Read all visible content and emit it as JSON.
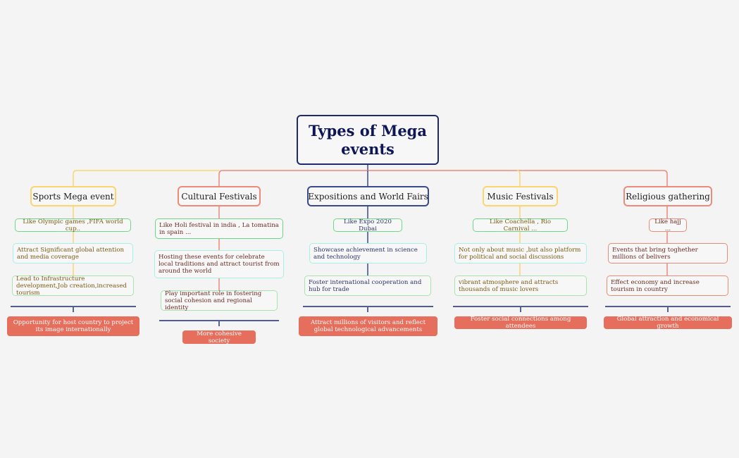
{
  "colors": {
    "background": "#f4f4f4",
    "root_border": "#1d2a6b",
    "yellow": "#fdd56f",
    "salmon": "#ee8a78",
    "navy": "#3a4a8f",
    "green": "#6ed886",
    "cyan": "#a7f0e4",
    "light_green": "#a9e3ae",
    "summary_fill": "#e66e5c"
  },
  "root": {
    "title": "Types of Mega events"
  },
  "branches": [
    {
      "label": "Sports Mega event",
      "items": [
        "Like Olympic games ,FIFA world cup..",
        "Attract Significant global attention and media coverage",
        "Lead to Infrastructure development,Job creation,increased tourism"
      ],
      "summary": "Opportunity for host country to project its image internationally"
    },
    {
      "label": "Cultural Festivals",
      "items": [
        "Like Holi festival in india , La tomatina in spain ...",
        "Hosting these events for celebrate local traditions and attract tourist from around the world",
        "Play important role in fostering social cohesion and regional identity"
      ],
      "summary": "More cohesive society"
    },
    {
      "label": "Expositions and World Fairs",
      "items": [
        "Like Expo 2020 Dubai",
        "Showcase achievement in science and technology",
        "Foster international cooperation and hub for trade"
      ],
      "summary": "Attract millions of visitors and reflect global technological advancements"
    },
    {
      "label": "Music Festivals",
      "items": [
        "Like Coachella , Rio Carnival ...",
        "Not only about music ,but also platform for political and social discussions",
        "vibrant atmosphere and attracts thousands of music lovers"
      ],
      "summary": "Foster social connections among attendees"
    },
    {
      "label": "Religious gathering",
      "items": [
        "Like hajj ...",
        "Events that bring toghether millions of belivers",
        "Effect economy and increase tourism in country"
      ],
      "summary": "Global attraction and economical growth"
    }
  ]
}
